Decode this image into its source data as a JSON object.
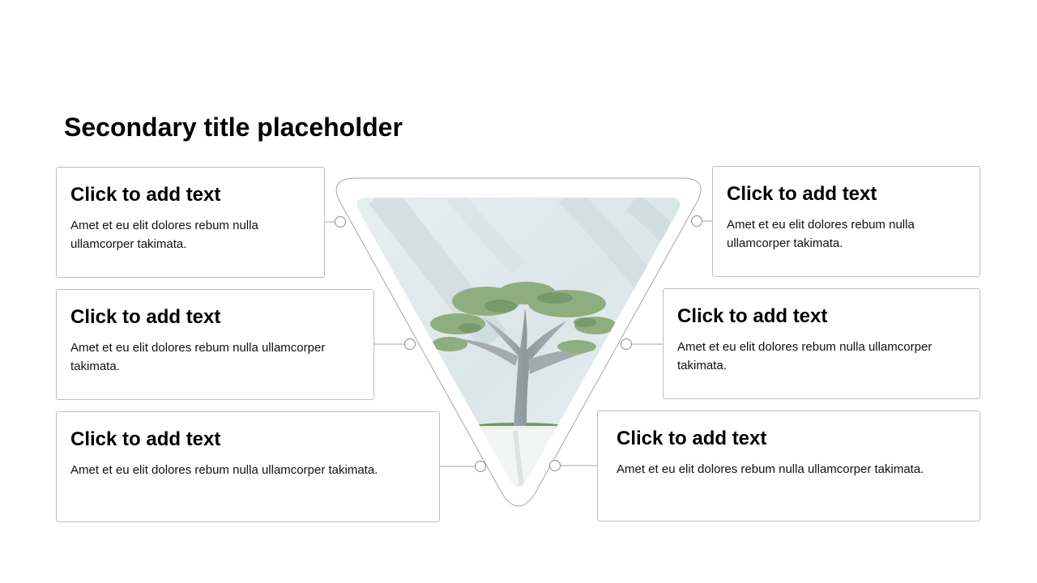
{
  "slide": {
    "title": "Secondary title placeholder"
  },
  "image": {
    "subject": "tree",
    "colors": {
      "background": "#dfe9ea",
      "foliage": "#8fae7f",
      "trunk": "#9aa3a8"
    }
  },
  "colors": {
    "card_border": "#bfbfbf",
    "connector": "#a6a6a6",
    "text": "#000000"
  },
  "cards": [
    {
      "heading": "Click to add text",
      "body": "Amet et eu elit dolores rebum nulla ullamcorper takimata."
    },
    {
      "heading": "Click to add text",
      "body": "Amet et eu elit dolores rebum nulla ullamcorper takimata."
    },
    {
      "heading": "Click to add text",
      "body": "Amet et eu elit dolores rebum nulla ullamcorper takimata."
    },
    {
      "heading": "Click to add text",
      "body": "Amet et eu elit dolores rebum nulla ullamcorper takimata."
    },
    {
      "heading": "Click to add text",
      "body": "Amet et eu elit dolores rebum nulla ullamcorper takimata."
    },
    {
      "heading": "Click to add text",
      "body": "Amet et eu elit dolores rebum nulla ullamcorper takimata."
    }
  ]
}
